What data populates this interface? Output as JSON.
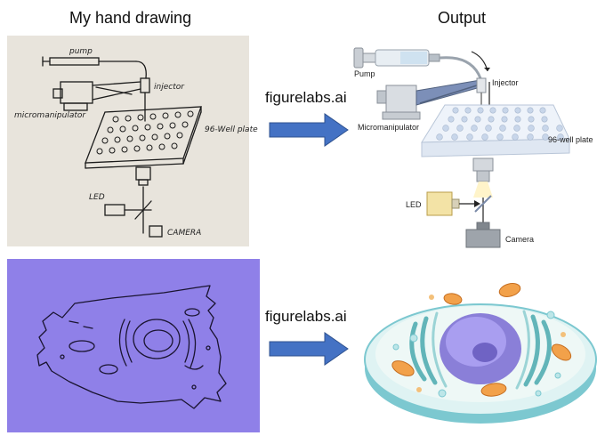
{
  "headings": {
    "left": "My hand drawing",
    "right": "Output"
  },
  "arrows": {
    "top_label": "figurelabs.ai",
    "bottom_label": "figurelabs.ai",
    "color": "#4472c4"
  },
  "sketch_top": {
    "pump": "pump",
    "injector": "injector",
    "micromanipulator": "micromanipulator",
    "plate": "96-Well plate",
    "led": "LED",
    "camera": "CAMERA"
  },
  "output_top": {
    "pump": "Pump",
    "injector": "Injector",
    "micromanipulator": "Micromanipulator",
    "plate": "96-well plate",
    "led": "LED",
    "camera": "Camera"
  },
  "colors": {
    "sketch_paper": "#e8e4dc",
    "sketch_bottom_bg": "#8f80e8",
    "arrow_blue": "#4472c4"
  }
}
